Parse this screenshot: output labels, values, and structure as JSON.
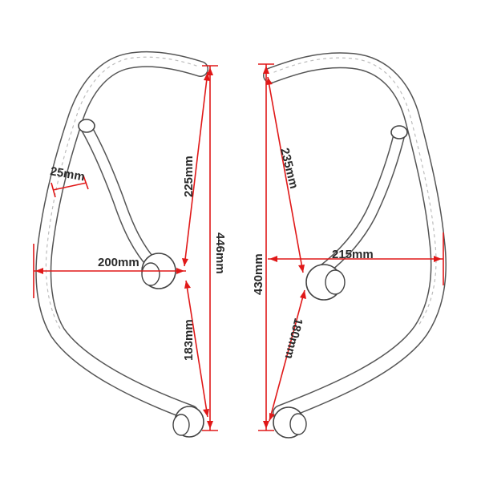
{
  "diagram": {
    "labels": {
      "left_tube_width": "25mm",
      "left_upper_diagonal": "225mm",
      "left_height": "446mm",
      "left_width": "200mm",
      "left_lower_diagonal": "183mm",
      "right_height": "430mm",
      "right_upper_diagonal": "235mm",
      "right_width": "215mm",
      "right_lower_diagonal": "180mm"
    },
    "colors": {
      "dimension_line": "#e01818",
      "part_outline": "#555555",
      "background": "#ffffff"
    }
  }
}
